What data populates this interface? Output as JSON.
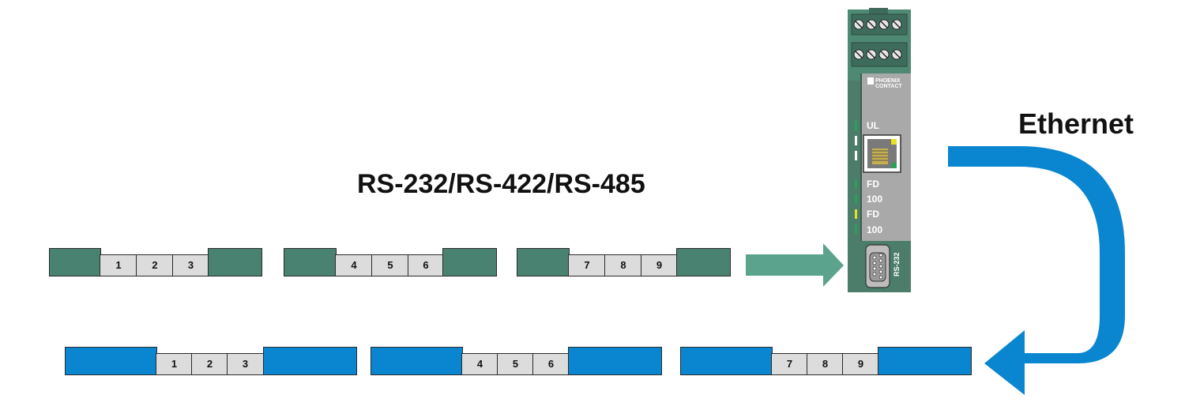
{
  "labels": {
    "serial": "RS-232/RS-422/RS-485",
    "ethernet": "Ethernet"
  },
  "colors": {
    "serial_frame": "#4a8272",
    "serial_arrow": "#5ba38c",
    "ethernet_frame": "#0a86d0",
    "ethernet_arrow": "#0a86d0",
    "cell": "#dcdcdc",
    "device_body": "#4b7d6a",
    "device_panel": "#a9a9a9"
  },
  "serial_frames": [
    {
      "cells": [
        "1",
        "2",
        "3"
      ]
    },
    {
      "cells": [
        "4",
        "5",
        "6"
      ]
    },
    {
      "cells": [
        "7",
        "8",
        "9"
      ]
    }
  ],
  "ethernet_frames": [
    {
      "cells": [
        "1",
        "2",
        "3"
      ]
    },
    {
      "cells": [
        "4",
        "5",
        "6"
      ]
    },
    {
      "cells": [
        "7",
        "8",
        "9"
      ]
    }
  ],
  "device": {
    "brand_line1": "PHOENIX",
    "brand_line2": "CONTACT",
    "led_labels": [
      "UL",
      "FD",
      "100",
      "FD",
      "100"
    ],
    "port_label": "RS-232",
    "icons": [
      "terminal-screw-icon",
      "rj45-port-icon",
      "db9-connector-icon",
      "phoenix-logo-icon"
    ]
  }
}
